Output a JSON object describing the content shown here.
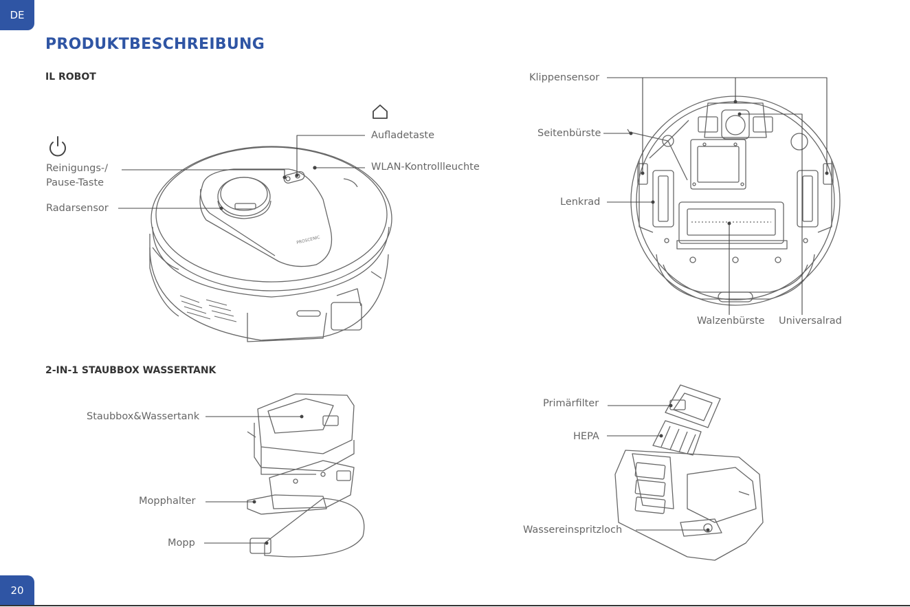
{
  "page": {
    "lang_tab": "DE",
    "page_number": "20",
    "title": "PRODUKTBESCHREIBUNG"
  },
  "sections": {
    "robot": "IL ROBOT",
    "dustbox": "2-IN-1 STAUBBOX WASSERTANK"
  },
  "robot_top": {
    "cleaning_pause_button": "Reinigungs-/\nPause-Taste",
    "radar_sensor": "Radarsensor",
    "charging_button": "Aufladetaste",
    "wifi_indicator": "WLAN-Kontrollleuchte",
    "brand_mark": "PROSCENIC"
  },
  "robot_bottom": {
    "cliff_sensor": "Klippensensor",
    "side_brush": "Seitenbürste",
    "steering_wheel": "Lenkrad",
    "roller_brush": "Walzenbürste",
    "universal_wheel": "Universalrad"
  },
  "dustbox_left": {
    "dustbox_watertank": "Staubbox&Wassertank",
    "mop_holder": "Mopphalter",
    "mop": "Mopp"
  },
  "dustbox_right": {
    "primary_filter": "Primärfilter",
    "hepa": "HEPA",
    "water_inlet": "Wassereinspritzloch"
  },
  "icons": {
    "power": "power-icon",
    "home": "home-icon"
  }
}
